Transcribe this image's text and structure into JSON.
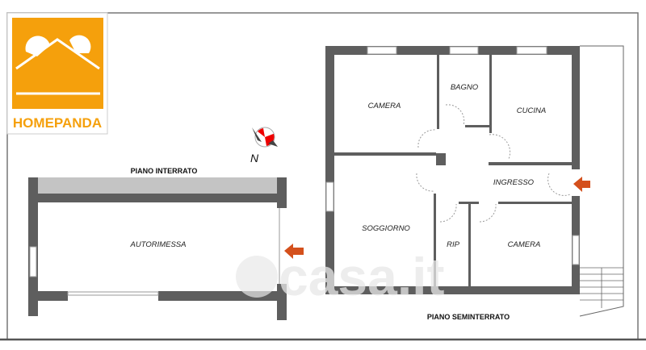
{
  "logo": {
    "brand": "HOMEPANDA",
    "color": "#f5a00c"
  },
  "compass": {
    "label": "N"
  },
  "floors": [
    {
      "title": "PIANO  INTERRATO",
      "rooms": [
        "AUTORIMESSA"
      ]
    },
    {
      "title": "PIANO  SEMINTERRATO",
      "rooms": [
        "CAMERA",
        "BAGNO",
        "CUCINA",
        "INGRESSO",
        "SOGGIORNO",
        "RIP",
        "CAMERA"
      ]
    }
  ],
  "watermark": "casa.it",
  "colors": {
    "wall": "#5e5e5e",
    "arrow": "#d4501c",
    "strip": "#c4c4c4"
  }
}
